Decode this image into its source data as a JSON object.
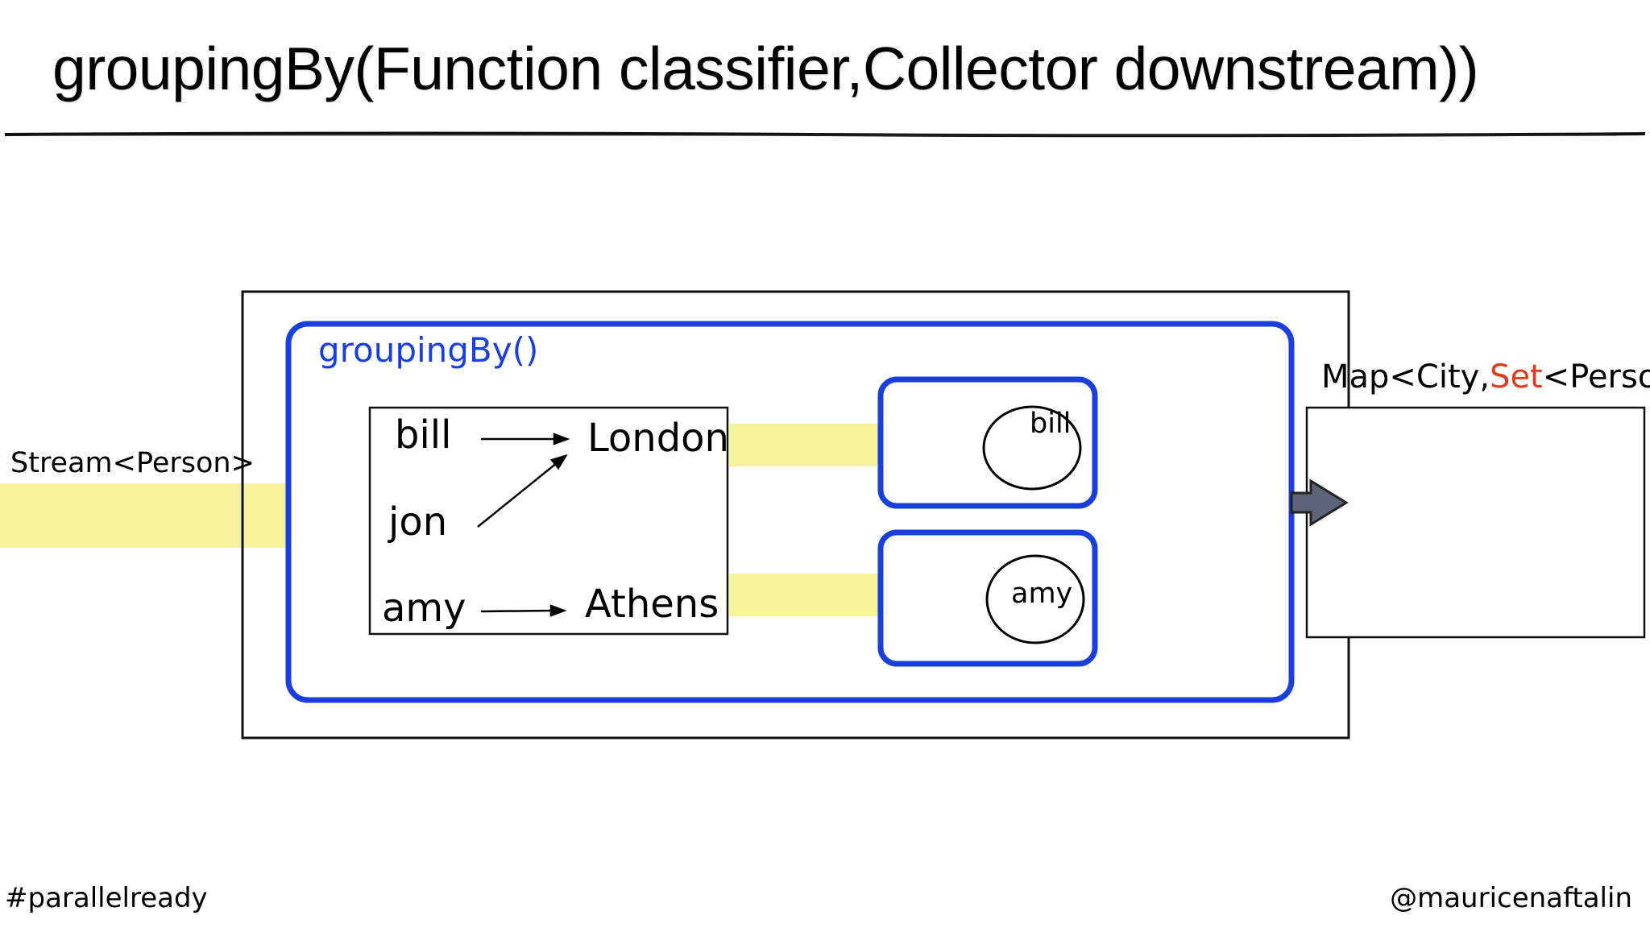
{
  "slide": {
    "title": "groupingBy(Function classifier,Collector downstream))",
    "footer_left": "#parallelready",
    "footer_right": "@mauricenaftalin"
  },
  "diagram": {
    "input_label": "Stream<Person>",
    "output_label_prefix": "Map<City,",
    "output_label_highlight": "Set",
    "output_label_suffix": "<Person>",
    "collector_label": "groupingBy()",
    "classifier": {
      "names": [
        "bill",
        "jon",
        "amy"
      ],
      "cities": [
        "London",
        "Athens"
      ]
    },
    "buckets": [
      "bill",
      "amy"
    ],
    "colors": {
      "collector_border": "#1a3fdb",
      "stream_band": "#f4f29a",
      "highlight_text": "#e03a1c",
      "arrow_fill": "#5b6478"
    }
  }
}
